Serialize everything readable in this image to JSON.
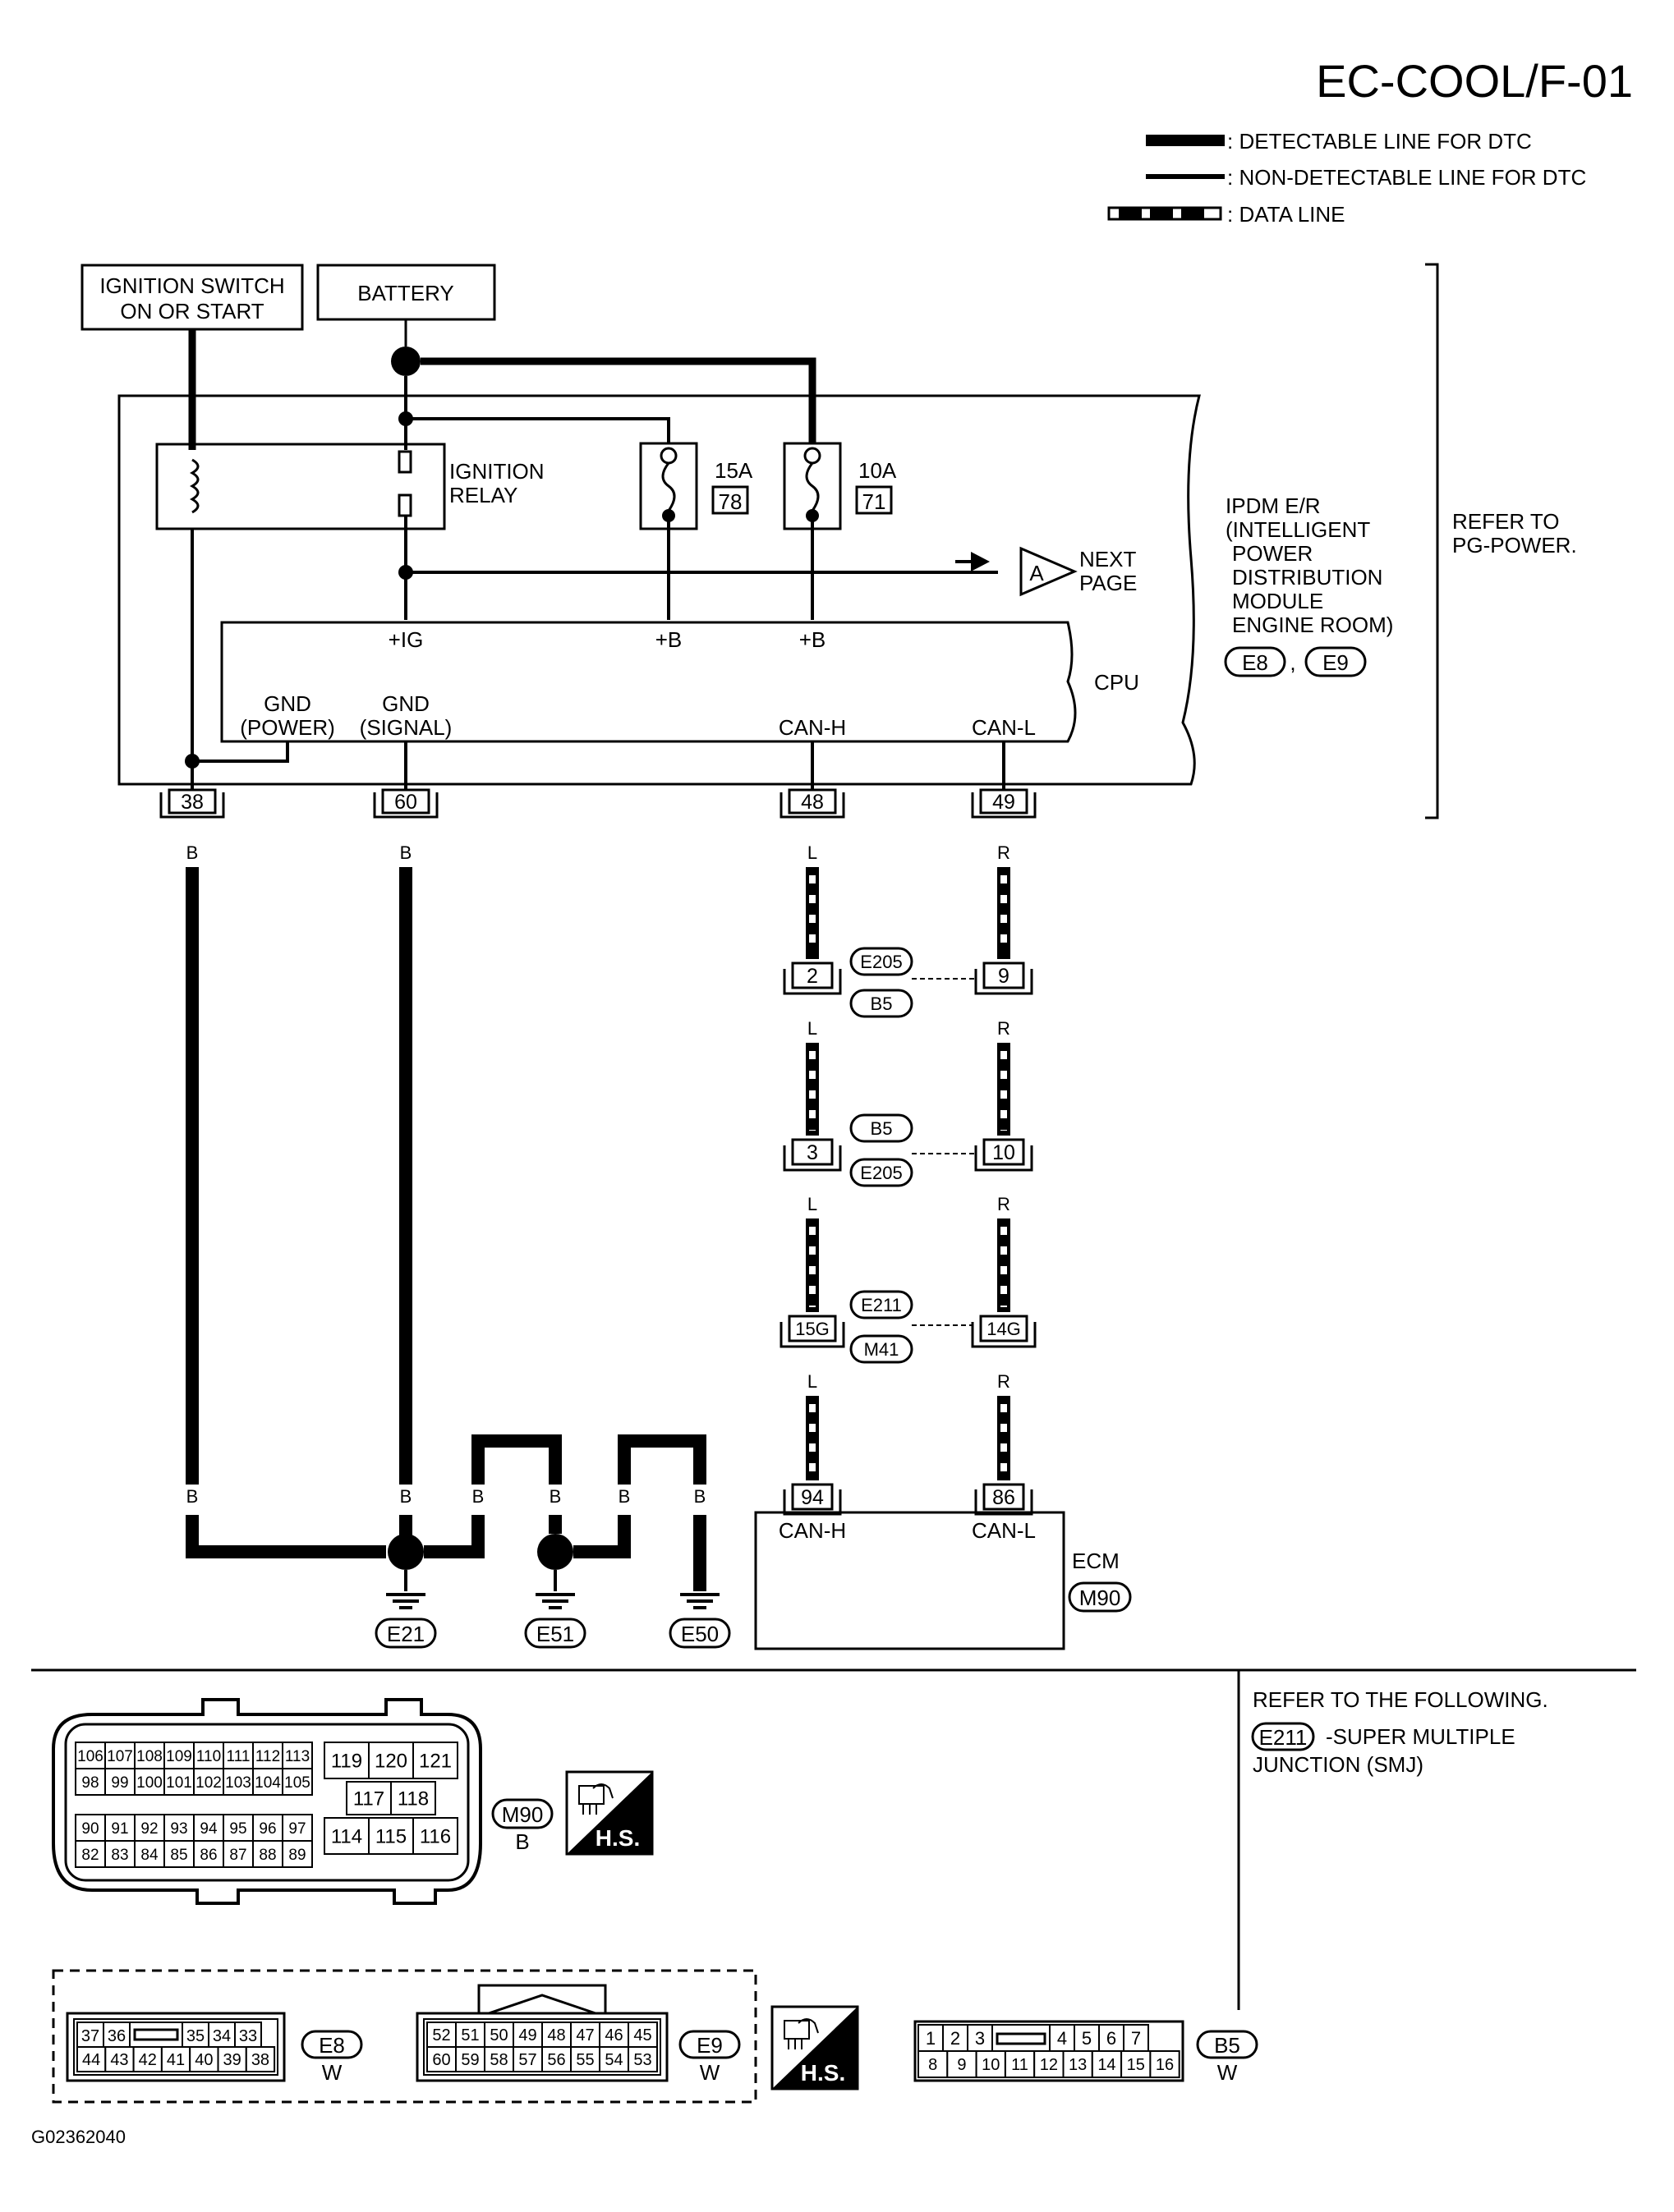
{
  "header": {
    "code": "EC-COOL/F-01"
  },
  "legend": {
    "detectable": ": DETECTABLE LINE FOR DTC",
    "non_detectable": ": NON-DETECTABLE LINE FOR DTC",
    "data_line": ": DATA LINE"
  },
  "sources": {
    "ignition_line1": "IGNITION SWITCH",
    "ignition_line2": "ON OR START",
    "battery": "BATTERY"
  },
  "ipdm": {
    "relay_line1": "IGNITION",
    "relay_line2": "RELAY",
    "fuse1_rating": "15A",
    "fuse1_number": "78",
    "fuse2_rating": "10A",
    "fuse2_number": "71",
    "next_page_marker": "A",
    "next_line1": "NEXT",
    "next_line2": "PAGE",
    "name_lines": [
      "IPDM E/R",
      "(INTELLIGENT",
      "POWER",
      "DISTRIBUTION",
      "MODULE",
      "ENGINE ROOM)"
    ],
    "connectors": [
      "E8",
      "E9"
    ],
    "connector_sep": ",",
    "refer_line1": "REFER TO",
    "refer_line2": "PG-POWER.",
    "cpu": {
      "label": "CPU",
      "ig": "+IG",
      "b1": "+B",
      "b2": "+B",
      "gnd_power_1": "GND",
      "gnd_power_2": "(POWER)",
      "gnd_signal_1": "GND",
      "gnd_signal_2": "(SIGNAL)",
      "can_h": "CAN-H",
      "can_l": "CAN-L"
    },
    "pins": [
      "38",
      "60",
      "48",
      "49"
    ]
  },
  "wires": {
    "b": "B",
    "l": "L",
    "r": "R"
  },
  "junctions": [
    {
      "left_pin": "2",
      "right_pin": "9",
      "top": "E205",
      "bottom": "B5"
    },
    {
      "left_pin": "3",
      "right_pin": "10",
      "top": "B5",
      "bottom": "E205"
    },
    {
      "left_pin": "15G",
      "right_pin": "14G",
      "top": "E211",
      "bottom": "M41"
    }
  ],
  "ecm": {
    "pin_h": "94",
    "pin_l": "86",
    "can_h": "CAN-H",
    "can_l": "CAN-L",
    "label": "ECM",
    "connector": "M90"
  },
  "grounds": [
    "E21",
    "E51",
    "E50"
  ],
  "connectors_section": {
    "m90": {
      "row1": [
        "106",
        "107",
        "108",
        "109",
        "110",
        "111",
        "112",
        "113"
      ],
      "row2": [
        "98",
        "99",
        "100",
        "101",
        "102",
        "103",
        "104",
        "105"
      ],
      "row3": [
        "90",
        "91",
        "92",
        "93",
        "94",
        "95",
        "96",
        "97"
      ],
      "row4": [
        "82",
        "83",
        "84",
        "85",
        "86",
        "87",
        "88",
        "89"
      ],
      "mid_top": [
        "119",
        "120",
        "121"
      ],
      "mid_mid": [
        "117",
        "118"
      ],
      "mid_bot": [
        "114",
        "115",
        "116"
      ],
      "id": "M90",
      "color": "B"
    },
    "hs": "H.S.",
    "refer": {
      "line1": "REFER TO THE FOLLOWING.",
      "connector": "E211",
      "line2": "-SUPER MULTIPLE",
      "line3": "JUNCTION (SMJ)"
    },
    "e8": {
      "row1": [
        "37",
        "36",
        "",
        "35",
        "34",
        "33"
      ],
      "row2": [
        "44",
        "43",
        "42",
        "41",
        "40",
        "39",
        "38"
      ],
      "id": "E8",
      "color": "W"
    },
    "e9": {
      "row1": [
        "52",
        "51",
        "50",
        "49",
        "48",
        "47",
        "46",
        "45"
      ],
      "row2": [
        "60",
        "59",
        "58",
        "57",
        "56",
        "55",
        "54",
        "53"
      ],
      "id": "E9",
      "color": "W"
    },
    "b5": {
      "row1": [
        "1",
        "2",
        "3",
        "",
        "4",
        "5",
        "6",
        "7"
      ],
      "row2": [
        "8",
        "9",
        "10",
        "11",
        "12",
        "13",
        "14",
        "15",
        "16"
      ],
      "id": "B5",
      "color": "W"
    }
  },
  "footer": {
    "figure_id": "G02362040"
  }
}
